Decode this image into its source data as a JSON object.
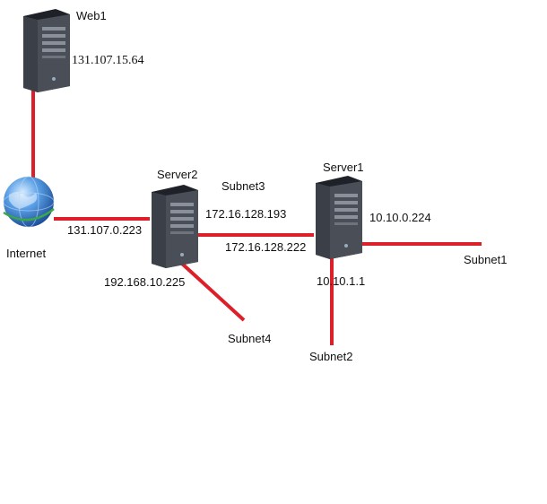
{
  "colors": {
    "link": "#dd1f2a",
    "server_body": "#2b2f36",
    "server_front": "#4a4f57",
    "globe": "#2f79c9"
  },
  "icons": {
    "server": "server-tower-icon",
    "internet": "globe-icon"
  },
  "nodes": {
    "web1": {
      "name": "Web1",
      "ip": "131.107.15.64"
    },
    "internet": {
      "name": "Internet"
    },
    "server2": {
      "name": "Server2"
    },
    "server1": {
      "name": "Server1"
    }
  },
  "links": {
    "internet_server2": {
      "label": "131.107.0.223"
    },
    "server2_server1": {
      "label_server2": "172.16.128.193",
      "label_server1": "172.16.128.222",
      "subnet": "Subnet3"
    },
    "server2_subnet4": {
      "label": "192.168.10.225",
      "subnet": "Subnet4"
    },
    "server1_subnet1": {
      "label": "10.10.0.224",
      "subnet": "Subnet1"
    },
    "server1_subnet2": {
      "label": "10.10.1.1",
      "subnet": "Subnet2"
    }
  }
}
